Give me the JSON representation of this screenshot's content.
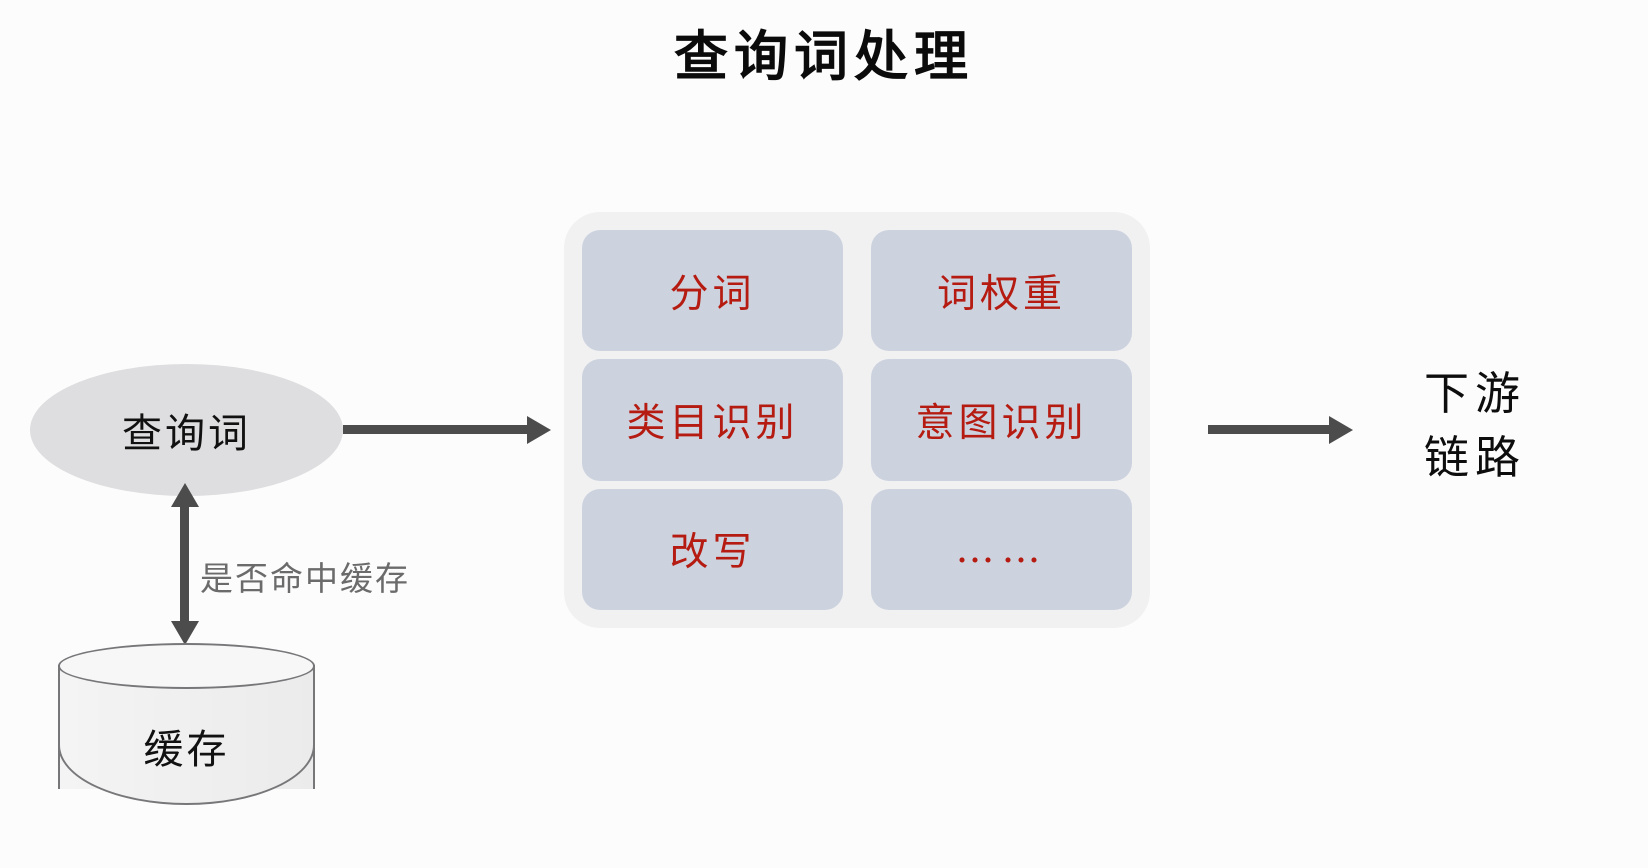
{
  "title": "查询词处理",
  "nodes": {
    "query": {
      "label": "查询词"
    },
    "cache": {
      "label": "缓存"
    },
    "cache_link": {
      "label": "是否命中缓存"
    },
    "downstream": {
      "line1": "下游",
      "line2": "链路"
    }
  },
  "processing_grid": {
    "cells": [
      {
        "label": "分词"
      },
      {
        "label": "词权重"
      },
      {
        "label": "类目识别"
      },
      {
        "label": "意图识别"
      },
      {
        "label": "改写"
      },
      {
        "label": "……"
      }
    ]
  },
  "colors": {
    "background": "#fdfcfc",
    "title_text": "#0b0b0b",
    "ellipse_fill": "#dedddf",
    "grid_container_fill": "#f2f1f2",
    "grid_cell_fill": "#ccd3df",
    "grid_cell_text": "#b51b11",
    "arrow": "#4c4c4c",
    "cache_link_text": "#6b6b6b",
    "cylinder_stroke": "#77777a",
    "cylinder_fill": "#f1f1f1"
  }
}
